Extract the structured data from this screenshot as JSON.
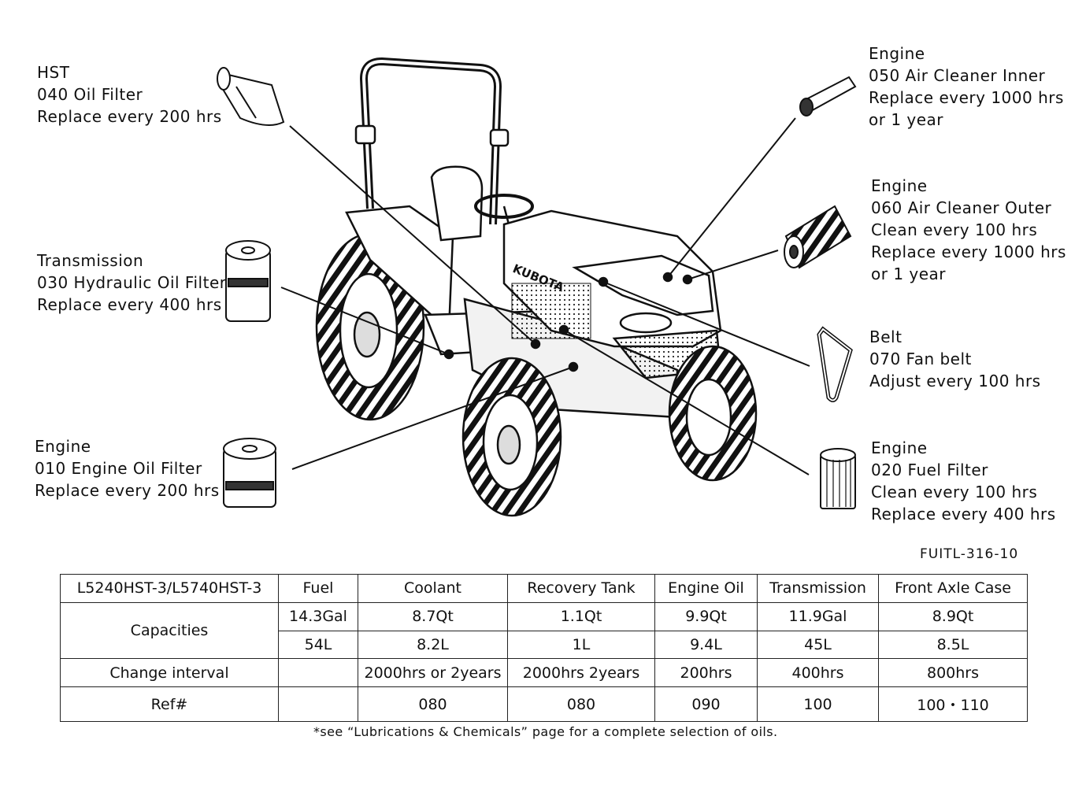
{
  "callouts": [
    {
      "id": "hst",
      "lines": [
        "HST",
        "040  Oil  Filter",
        "Replace  every  200  hrs"
      ]
    },
    {
      "id": "transmission",
      "lines": [
        "Transmission",
        "030  Hydraulic  Oil  Filter",
        "Replace  every  400  hrs"
      ]
    },
    {
      "id": "engine-oil",
      "lines": [
        "Engine",
        "010  Engine  Oil  Filter",
        "Replace  every  200  hrs"
      ]
    },
    {
      "id": "air-inner",
      "lines": [
        "Engine",
        "050  Air  Cleaner  Inner",
        "Replace  every  1000  hrs",
        "or  1  year"
      ]
    },
    {
      "id": "air-outer",
      "lines": [
        "Engine",
        "060  Air  Cleaner  Outer",
        "Clean  every  100  hrs",
        "Replace  every  1000  hrs",
        "or  1  year"
      ]
    },
    {
      "id": "belt",
      "lines": [
        "Belt",
        "070  Fan  belt",
        "Adjust  every  100  hrs"
      ]
    },
    {
      "id": "fuel",
      "lines": [
        "Engine",
        "020  Fuel  Filter",
        "Clean  every  100  hrs",
        "Replace  every  400  hrs"
      ]
    }
  ],
  "tractor_brand": "KUBOTA",
  "figure_code": "FUITL-316-10",
  "table": {
    "model": "L5240HST-3/L5740HST-3",
    "headers": [
      "Fuel",
      "Coolant",
      "Recovery  Tank",
      "Engine  Oil",
      "Transmission",
      "Front  Axle  Case"
    ],
    "capacities_label": "Capacities",
    "capacities_us": [
      "14.3Gal",
      "8.7Qt",
      "1.1Qt",
      "9.9Qt",
      "11.9Gal",
      "8.9Qt"
    ],
    "capacities_metric": [
      "54L",
      "8.2L",
      "1L",
      "9.4L",
      "45L",
      "8.5L"
    ],
    "change_label": "Change  interval",
    "change": [
      "",
      "2000hrs  or  2years",
      "2000hrs  2years",
      "200hrs",
      "400hrs",
      "800hrs"
    ],
    "ref_label": "Ref#",
    "ref": [
      "",
      "080",
      "080",
      "090",
      "100",
      "100・110"
    ]
  },
  "footnote": "*see “Lubrications & Chemicals” page for a complete selection of oils."
}
